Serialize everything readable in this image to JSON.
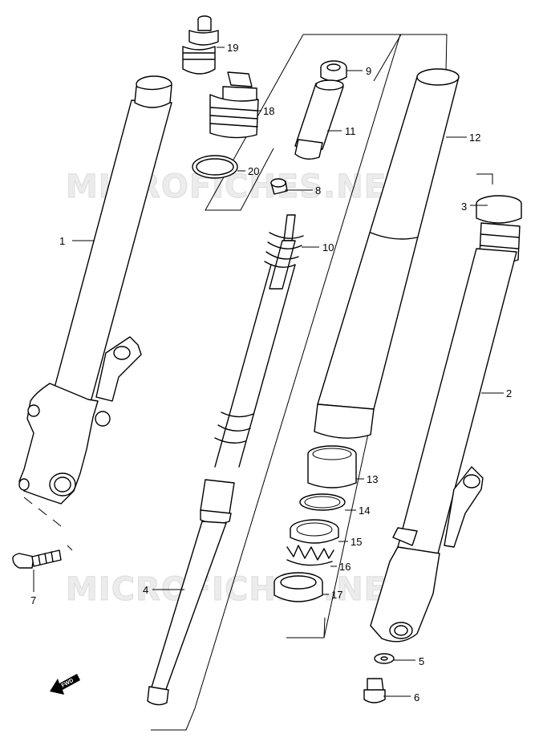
{
  "watermark": {
    "text": "MICROFICHES.NET"
  },
  "arrow": {
    "label": "FWD"
  },
  "callouts": [
    {
      "id": "1",
      "label": "1"
    },
    {
      "id": "2",
      "label": "2"
    },
    {
      "id": "3",
      "label": "3"
    },
    {
      "id": "4",
      "label": "4"
    },
    {
      "id": "5",
      "label": "5"
    },
    {
      "id": "6",
      "label": "6"
    },
    {
      "id": "7",
      "label": "7"
    },
    {
      "id": "8",
      "label": "8"
    },
    {
      "id": "9",
      "label": "9"
    },
    {
      "id": "10",
      "label": "10"
    },
    {
      "id": "11",
      "label": "11"
    },
    {
      "id": "12",
      "label": "12"
    },
    {
      "id": "13",
      "label": "13"
    },
    {
      "id": "14",
      "label": "14"
    },
    {
      "id": "15",
      "label": "15"
    },
    {
      "id": "16",
      "label": "16"
    },
    {
      "id": "17",
      "label": "17"
    },
    {
      "id": "18",
      "label": "18"
    },
    {
      "id": "19",
      "label": "19"
    },
    {
      "id": "20",
      "label": "20"
    }
  ]
}
